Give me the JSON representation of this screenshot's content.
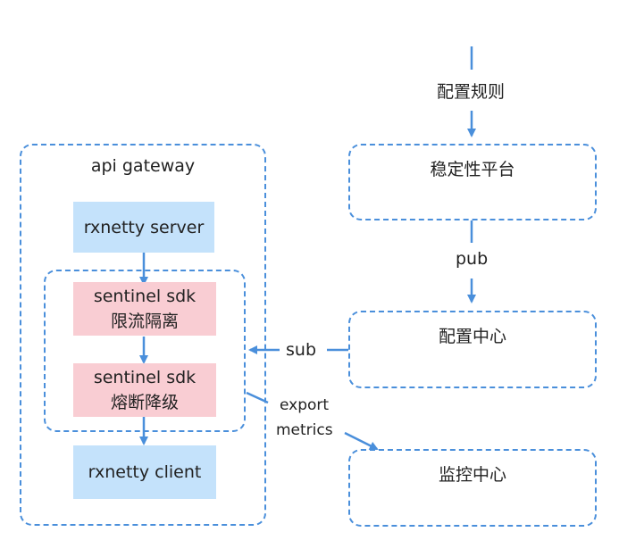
{
  "colors": {
    "accent": "#4a8fdb",
    "component_blue": "#c4e2fb",
    "component_pink": "#f9cdd3"
  },
  "gateway": {
    "title": "api gateway",
    "server": "rxnetty server",
    "sentinel_1": {
      "line1": "sentinel sdk",
      "line2": "限流隔离"
    },
    "sentinel_2": {
      "line1": "sentinel sdk",
      "line2": "熔断降级"
    },
    "client": "rxnetty client"
  },
  "right": {
    "input_label": "配置规则",
    "stability_platform": "稳定性平台",
    "pub_label": "pub",
    "config_center": "配置中心",
    "monitor_center": "监控中心"
  },
  "links": {
    "sub_label": "sub",
    "export_label_line1": "export",
    "export_label_line2": "metrics"
  }
}
